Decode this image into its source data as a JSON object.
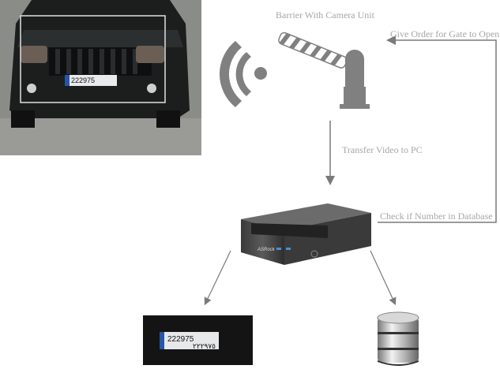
{
  "labels": {
    "barrier": "Barrier  With Camera Unit",
    "give_order": "Give Order for Gate to Open",
    "transfer": "Transfer Video to PC",
    "check": "Check if Number in Database"
  },
  "plate": {
    "number": "222975",
    "arabic": "٢٢٢٩٧٥"
  },
  "pc_brand": "ASRock",
  "colors": {
    "arrow": "#7a7a7a",
    "label": "#a9a4a4",
    "icon": "#808080"
  }
}
